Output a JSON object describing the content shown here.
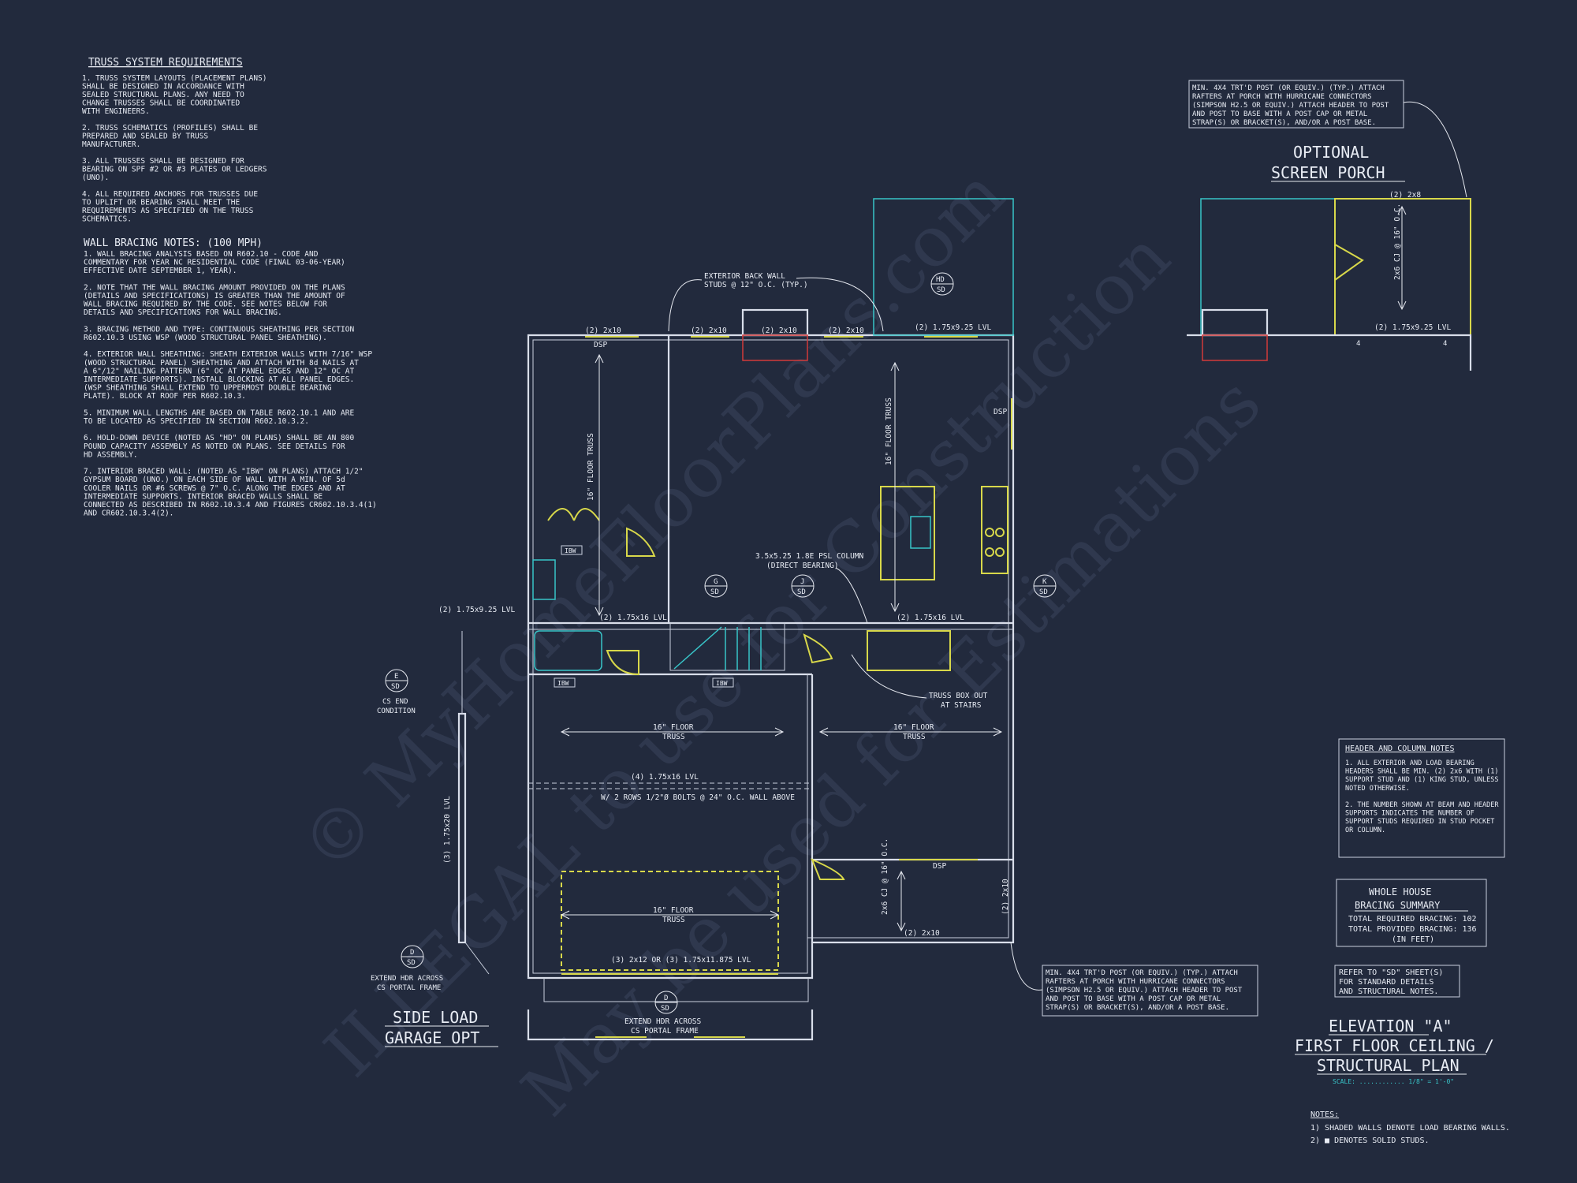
{
  "watermark": {
    "line1": "© MyHomeFloorPlans.com",
    "line2": "ILLEGAL to use for Construction",
    "line3": "May be used for Estimations"
  },
  "truss_notes": {
    "title": "TRUSS SYSTEM REQUIREMENTS",
    "lines": [
      "1. TRUSS SYSTEM LAYOUTS (PLACEMENT PLANS)",
      "SHALL BE DESIGNED IN ACCORDANCE WITH",
      "SEALED STRUCTURAL PLANS. ANY NEED TO",
      "CHANGE TRUSSES SHALL BE COORDINATED",
      "WITH  ENGINEERS.",
      "",
      "2. TRUSS SCHEMATICS (PROFILES) SHALL BE",
      "PREPARED AND SEALED BY TRUSS",
      "MANUFACTURER.",
      "",
      "3. ALL TRUSSES SHALL BE DESIGNED FOR",
      "BEARING ON SPF #2 OR #3 PLATES OR LEDGERS",
      "(UNO).",
      "",
      "4. ALL REQUIRED ANCHORS FOR TRUSSES DUE",
      "TO UPLIFT OR BEARING SHALL MEET THE",
      "REQUIREMENTS AS SPECIFIED ON THE TRUSS",
      "SCHEMATICS."
    ]
  },
  "bracing_notes": {
    "title": "WALL BRACING NOTES: (100 MPH)",
    "lines": [
      "1. WALL BRACING ANALYSIS BASED ON R602.10 - CODE AND",
      "COMMENTARY FOR YEAR NC RESIDENTIAL CODE (FINAL 03-06-YEAR)",
      "EFFECTIVE DATE SEPTEMBER 1, YEAR).",
      "",
      "2. NOTE THAT THE WALL BRACING AMOUNT PROVIDED ON THE PLANS",
      "(DETAILS AND SPECIFICATIONS) IS GREATER THAN THE AMOUNT OF",
      "WALL BRACING REQUIRED BY THE CODE. SEE NOTES BELOW FOR",
      "DETAILS AND SPECIFICATIONS FOR WALL BRACING.",
      "",
      "3. BRACING METHOD AND TYPE: CONTINUOUS SHEATHING PER SECTION",
      "R602.10.3 USING WSP (WOOD STRUCTURAL PANEL SHEATHING).",
      "",
      "4. EXTERIOR WALL SHEATHING: SHEATH EXTERIOR WALLS WITH 7/16\" WSP",
      "(WOOD STRUCTURAL PANEL) SHEATHING AND ATTACH WITH 8d NAILS AT",
      "A 6\"/12\" NAILING PATTERN (6\" OC AT PANEL EDGES AND 12\" OC AT",
      "INTERMEDIATE SUPPORTS). INSTALL BLOCKING AT ALL PANEL EDGES.",
      "(WSP SHEATHING SHALL EXTEND TO UPPERMOST DOUBLE BEARING",
      "PLATE). BLOCK AT ROOF PER R602.10.3.",
      "",
      "5. MINIMUM WALL LENGTHS ARE BASED ON TABLE R602.10.1 AND ARE",
      "TO BE LOCATED AS SPECIFIED IN SECTION R602.10.3.2.",
      "",
      "6. HOLD-DOWN DEVICE (NOTED AS \"HD\" ON PLANS) SHALL BE AN 800",
      "POUND CAPACITY ASSEMBLY AS NOTED ON PLANS. SEE DETAILS FOR",
      "HD ASSEMBLY.",
      "",
      "7. INTERIOR BRACED WALL: (NOTED AS \"IBW\" ON PLANS) ATTACH 1/2\"",
      "GYPSUM BOARD (UNO.) ON EACH SIDE OF WALL WITH A MIN. OF 5d",
      "COOLER NAILS OR #6 SCREWS @ 7\" O.C. ALONG THE EDGES AND AT",
      "INTERMEDIATE SUPPORTS.  INTERIOR BRACED WALLS SHALL BE",
      "CONNECTED AS DESCRIBED IN R602.10.3.4 AND FIGURES CR602.10.3.4(1)",
      "AND CR602.10.3.4(2)."
    ]
  },
  "porch_note_top": {
    "lines": [
      "MIN. 4X4 TRT'D POST (OR EQUIV.) (TYP.) ATTACH",
      "RAFTERS AT PORCH WITH HURRICANE CONNECTORS",
      "(SIMPSON H2.5 OR EQUIV.) ATTACH HEADER TO POST",
      "AND POST TO BASE WITH A POST CAP OR METAL",
      "STRAP(S) OR BRACKET(S), AND/OR A POST BASE."
    ]
  },
  "porch_note_bottom": {
    "lines": [
      "MIN. 4X4 TRT'D POST (OR EQUIV.) (TYP.) ATTACH",
      "RAFTERS AT PORCH WITH HURRICANE CONNECTORS",
      "(SIMPSON H2.5 OR EQUIV.) ATTACH HEADER TO POST",
      "AND POST TO BASE WITH A POST CAP OR METAL",
      "STRAP(S) OR BRACKET(S), AND/OR A POST BASE."
    ]
  },
  "screen_porch": {
    "title_line1": "OPTIONAL",
    "title_line2": "SCREEN PORCH",
    "label_top": "(2) 2x8",
    "label_joist": "2x6 CJ @ 16\" O.C.",
    "label_beam": "(2) 1.75x9.25 LVL",
    "post_a": "4",
    "post_b": "4"
  },
  "header_notes": {
    "title": "HEADER AND COLUMN NOTES",
    "lines": [
      "1. ALL EXTERIOR AND LOAD BEARING",
      "HEADERS SHALL BE MIN. (2) 2x6 WITH (1)",
      "SUPPORT STUD AND (1) KING STUD, UNLESS",
      "NOTED OTHERWISE.",
      "",
      "2. THE NUMBER SHOWN AT BEAM AND HEADER",
      "SUPPORTS INDICATES THE NUMBER OF",
      "SUPPORT STUDS REQUIRED IN STUD POCKET",
      "OR COLUMN."
    ]
  },
  "bracing_summary": {
    "title_line1": "WHOLE HOUSE",
    "title_line2": "BRACING SUMMARY",
    "required": "TOTAL REQUIRED BRACING: 102",
    "provided": "TOTAL PROVIDED BRACING: 136",
    "unit": "(IN FEET)"
  },
  "refer_note": {
    "lines": [
      "REFER TO \"SD\" SHEET(S)",
      "FOR STANDARD DETAILS",
      "AND STRUCTURAL NOTES."
    ]
  },
  "title_block": {
    "line1": "ELEVATION \"A\"",
    "line2": "FIRST FLOOR CEILING /",
    "line3": "STRUCTURAL PLAN",
    "scale": "SCALE: ............ 1/8\" = 1'-0\""
  },
  "bottom_notes": {
    "title": "NOTES:",
    "line1": "1) SHADED WALLS DENOTE LOAD BEARING WALLS.",
    "line2": "2) ■ DENOTES SOLID STUDS."
  },
  "side_load": {
    "line1": "SIDE LOAD",
    "line2": "GARAGE OPT",
    "beam": "(3) 1.75x20 LVL",
    "extend": "EXTEND HDR ACROSS",
    "extend2": "CS PORTAL FRAME",
    "cs_end": "CS END",
    "cs_end2": "CONDITION"
  },
  "plan_labels": {
    "ext_back_wall": "EXTERIOR BACK WALL",
    "ext_back_wall2": "STUDS @ 12\" O.C. (TYP.)",
    "h_2x10": "(2) 2x10",
    "h_lvl925": "(2) 1.75x9.25 LVL",
    "h_lvl16": "(2) 1.75x16 LVL",
    "dsp": "DSP",
    "floor_truss_16": "16\" FLOOR TRUSS",
    "floor_truss": "16\" FLOOR",
    "truss": "TRUSS",
    "column": "3.5x5.25 1.8E PSL COLUMN",
    "column2": "(DIRECT BEARING)",
    "truss_box": "TRUSS BOX OUT",
    "truss_box2": "AT STAIRS",
    "ibw": "IBW",
    "beam4": "(4) 1.75x16 LVL",
    "bolts": "W/ 2 ROWS 1/2\"Ø BOLTS @ 24\" O.C.    WALL ABOVE",
    "garage_hdr": "(3) 2x12 OR (3) 1.75x11.875 LVL",
    "cj": "2x6 CJ @ 16\" O.C.",
    "extend": "EXTEND HDR ACROSS",
    "extend2": "CS PORTAL FRAME",
    "lvl_left": "(2) 1.75x9.25 LVL"
  },
  "tags": {
    "hd": [
      "HD",
      "SD"
    ],
    "g": [
      "G",
      "SD"
    ],
    "j": [
      "J",
      "SD"
    ],
    "k": [
      "K",
      "SD"
    ],
    "e": [
      "E",
      "SD"
    ],
    "d1": [
      "D",
      "SD"
    ],
    "d2": [
      "D",
      "SD"
    ]
  },
  "colors": {
    "background": "#222a3d",
    "line": "#d9deea",
    "accent_yellow": "#d8d84a",
    "accent_cyan": "#38c4c8",
    "accent_red": "#d23a3a"
  }
}
